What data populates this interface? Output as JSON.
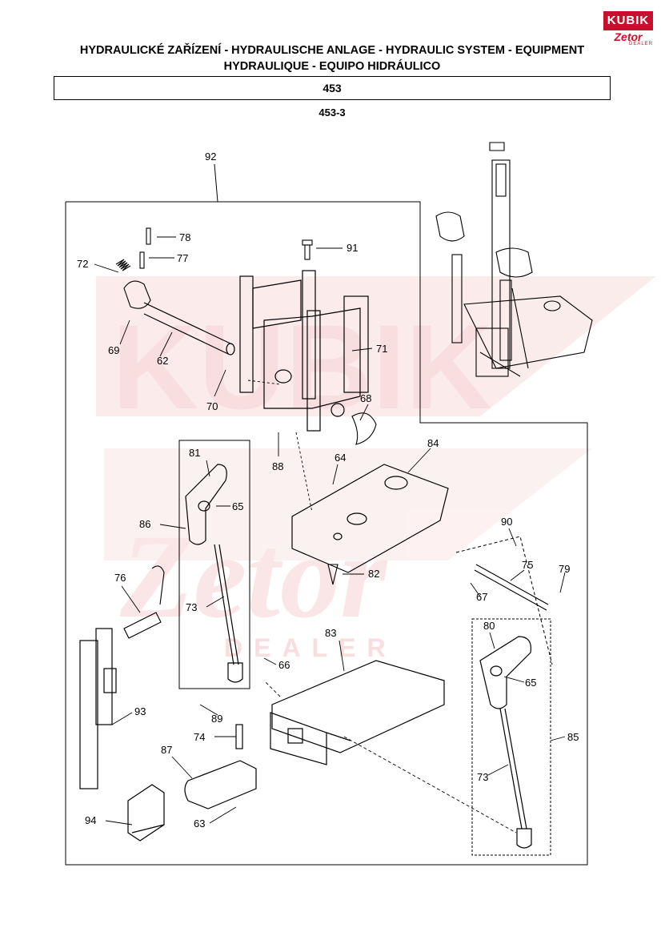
{
  "header": {
    "title_line1": "HYDRAULICKÉ ZAŘÍZENÍ - HYDRAULISCHE ANLAGE - HYDRAULIC SYSTEM - EQUIPMENT",
    "title_line2": "HYDRAULIQUE - EQUIPO HIDRÁULICO",
    "group": "453",
    "subgroup": "453-3"
  },
  "logo": {
    "brand_top": "KUBIK",
    "brand_bottom": "Zetor",
    "dealer": "DEALER"
  },
  "watermark": {
    "top": "KUBIK",
    "bottom": "Zetor",
    "small": "DEALER"
  },
  "labels": [
    "92",
    "78",
    "77",
    "72",
    "91",
    "69",
    "62",
    "71",
    "70",
    "68",
    "88",
    "81",
    "65",
    "86",
    "64",
    "84",
    "76",
    "73",
    "82",
    "90",
    "75",
    "79",
    "67",
    "66",
    "83",
    "80",
    "65",
    "93",
    "89",
    "74",
    "87",
    "85",
    "73",
    "94",
    "63"
  ],
  "colors": {
    "logo_red": "#c8102e",
    "watermark": "#f5c9c9",
    "line": "#000000"
  }
}
